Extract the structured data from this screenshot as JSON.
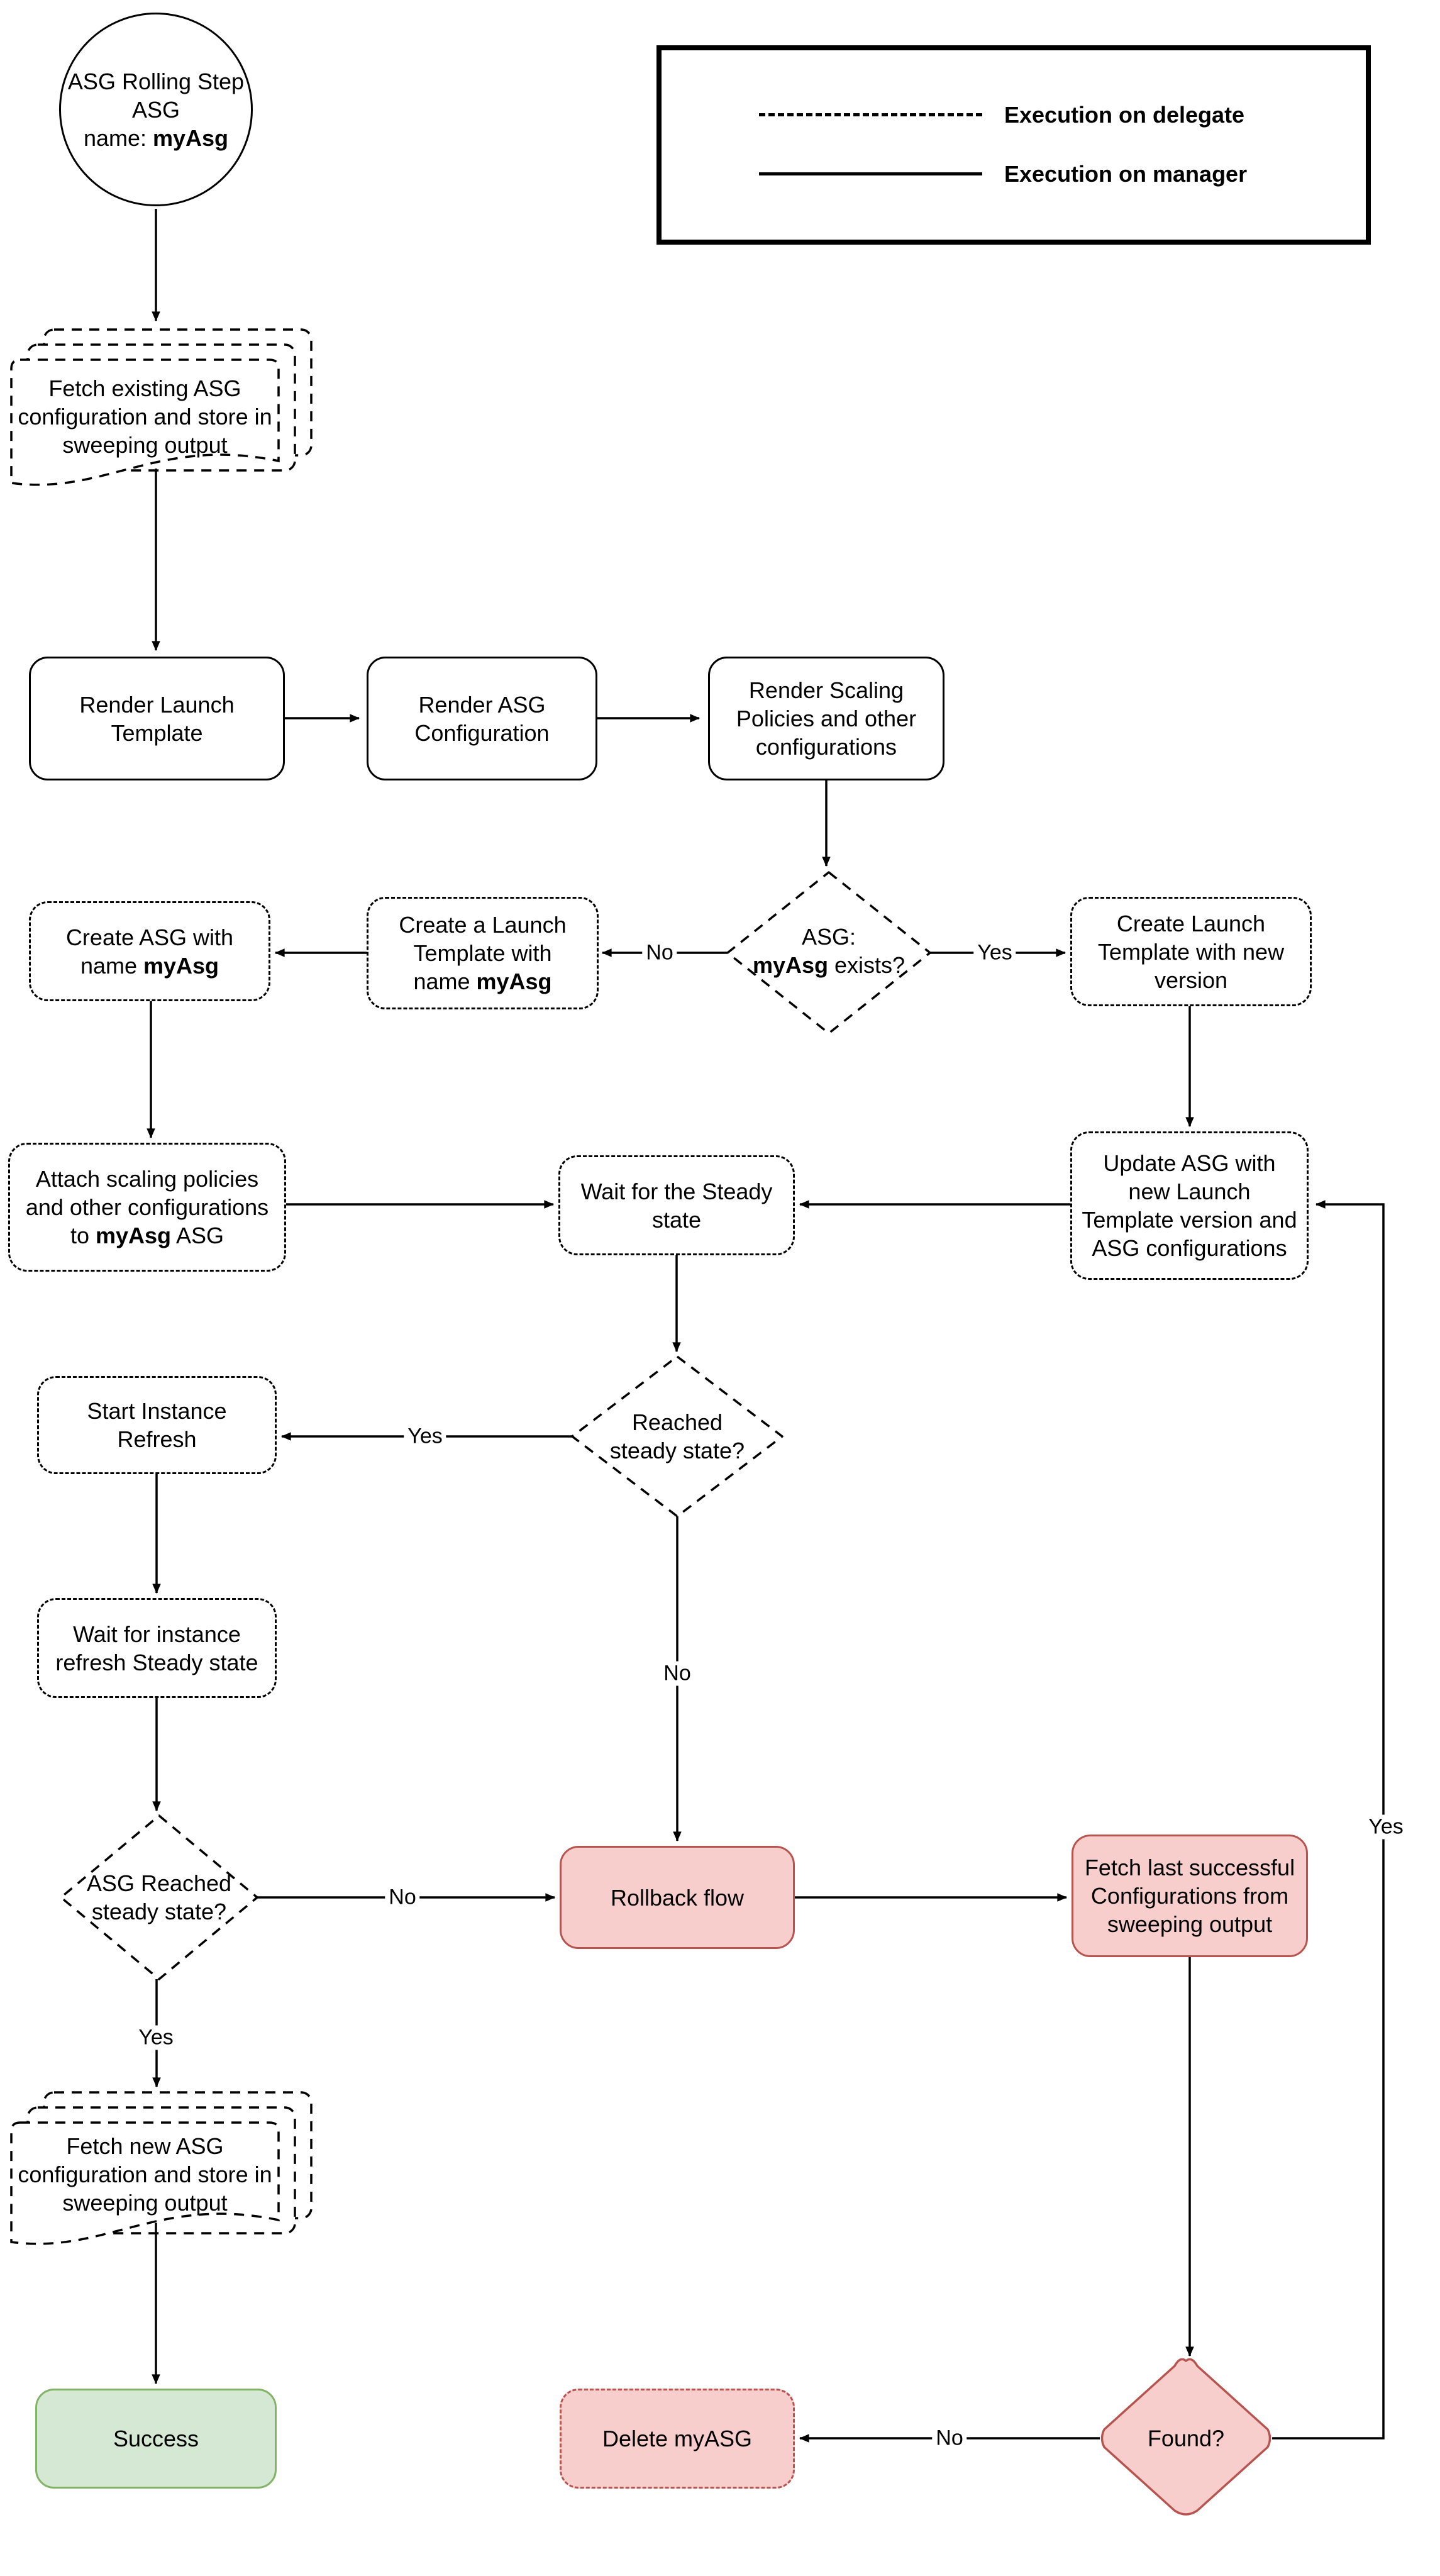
{
  "legend": {
    "items": [
      {
        "style": "dashed",
        "label": "Execution on delegate"
      },
      {
        "style": "solid",
        "label": "Execution on manager"
      }
    ]
  },
  "nodes": {
    "start": {
      "line1": "ASG Rolling Step",
      "line2": "ASG",
      "line3_prefix": "name: ",
      "line3_bold": "myAsg"
    },
    "fetch_existing": {
      "label": "Fetch existing ASG configuration and store in sweeping output"
    },
    "render_launch_template": {
      "label": "Render Launch Template"
    },
    "render_asg_configuration": {
      "label": "Render ASG Configuration"
    },
    "render_scaling_policies": {
      "label": "Render Scaling Policies and other configurations"
    },
    "asg_exists": {
      "line1": "ASG:",
      "line2_bold": "myAsg",
      "line2_suffix": " exists?"
    },
    "create_launch_template_named": {
      "line1": "Create a Launch",
      "line2": "Template with",
      "line3_prefix": "name ",
      "line3_bold": "myAsg"
    },
    "create_asg": {
      "line1": "Create ASG with",
      "line2_prefix": "name ",
      "line2_bold": "myAsg"
    },
    "create_launch_template_new_version": {
      "label": "Create Launch Template with new version"
    },
    "attach_scaling_policies": {
      "line1": "Attach scaling policies",
      "line2": "and other configurations",
      "line3_prefix": "to ",
      "line3_bold": "myAsg",
      "line3_suffix": " ASG"
    },
    "wait_steady_state": {
      "label": "Wait for the Steady state"
    },
    "update_asg": {
      "label": "Update ASG with new Launch Template version and ASG configurations"
    },
    "reached_steady_state": {
      "label": "Reached steady state?"
    },
    "start_instance_refresh": {
      "label": "Start Instance Refresh"
    },
    "wait_instance_refresh": {
      "label": "Wait for instance refresh Steady state"
    },
    "asg_reached_steady_state": {
      "label": "ASG Reached steady state?"
    },
    "rollback_flow": {
      "label": "Rollback flow"
    },
    "fetch_last_successful": {
      "label": "Fetch last successful Configurations from sweeping output"
    },
    "fetch_new_asg": {
      "label": "Fetch new ASG configuration and store in sweeping output"
    },
    "success": {
      "label": "Success"
    },
    "delete_myasg": {
      "label": "Delete myASG"
    },
    "found": {
      "label": "Found?"
    }
  },
  "edge_labels": {
    "no_asg_exists": "No",
    "yes_asg_exists": "Yes",
    "yes_reached_steady": "Yes",
    "no_reached_steady": "No",
    "no_asg_reached": "No",
    "yes_asg_reached": "Yes",
    "no_found": "No",
    "yes_found": "Yes"
  },
  "colors": {
    "line": "#000000",
    "danger_fill": "#f8cecc",
    "danger_border": "#b85450",
    "success_fill": "#d5e8d4",
    "success_border": "#82b366"
  }
}
